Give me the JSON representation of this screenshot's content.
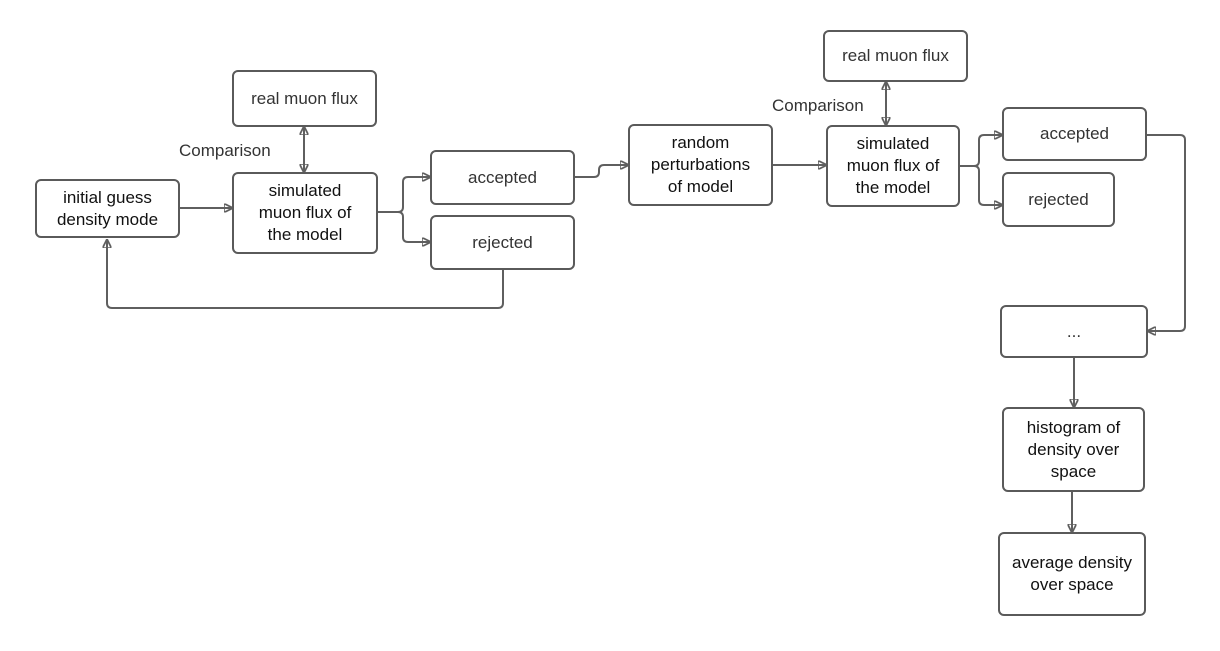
{
  "nodes": {
    "initial_guess": "initial guess\ndensity mode",
    "real_flux_1": "real muon flux",
    "simulated_1": "simulated\nmuon flux of\nthe model",
    "accepted_1": "accepted",
    "rejected_1": "rejected",
    "random_perturb": "random\nperturbations\nof model",
    "real_flux_2": "real muon flux",
    "simulated_2": "simulated\nmuon flux of\nthe model",
    "accepted_2": "accepted",
    "rejected_2": "rejected",
    "ellipsis": "...",
    "histogram": "histogram of\ndensity over\nspace",
    "average": "average density\nover space"
  },
  "labels": {
    "comparison_1": "Comparison",
    "comparison_2": "Comparison"
  },
  "colors": {
    "stroke": "#5a5a5a",
    "text": "#333333",
    "background": "#ffffff"
  }
}
